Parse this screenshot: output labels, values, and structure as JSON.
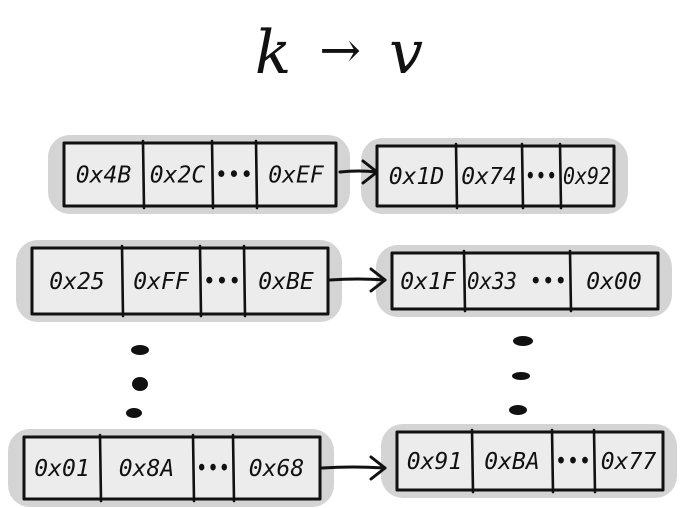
{
  "title": {
    "key": "k",
    "arrow": "→",
    "value": "v"
  },
  "rows": [
    {
      "key_cells": [
        "0x4B",
        "0x2C",
        "•••",
        "0xEF"
      ],
      "value_cells": [
        "0x1D",
        "0x74",
        "•••",
        "0x92"
      ]
    },
    {
      "key_cells": [
        "0x25",
        "0xFF",
        "•••",
        "0xBE"
      ],
      "value_cells": [
        "0x1F",
        "0x33 •••",
        "0x00"
      ]
    },
    {
      "key_cells": [
        "0x01",
        "0x8A",
        "•••",
        "0x68"
      ],
      "value_cells": [
        "0x91",
        "0xBA",
        "•••",
        "0x77"
      ]
    }
  ],
  "colors": {
    "ink": "#111111",
    "shadow": "#d4d4d4",
    "fill": "#ececec"
  }
}
